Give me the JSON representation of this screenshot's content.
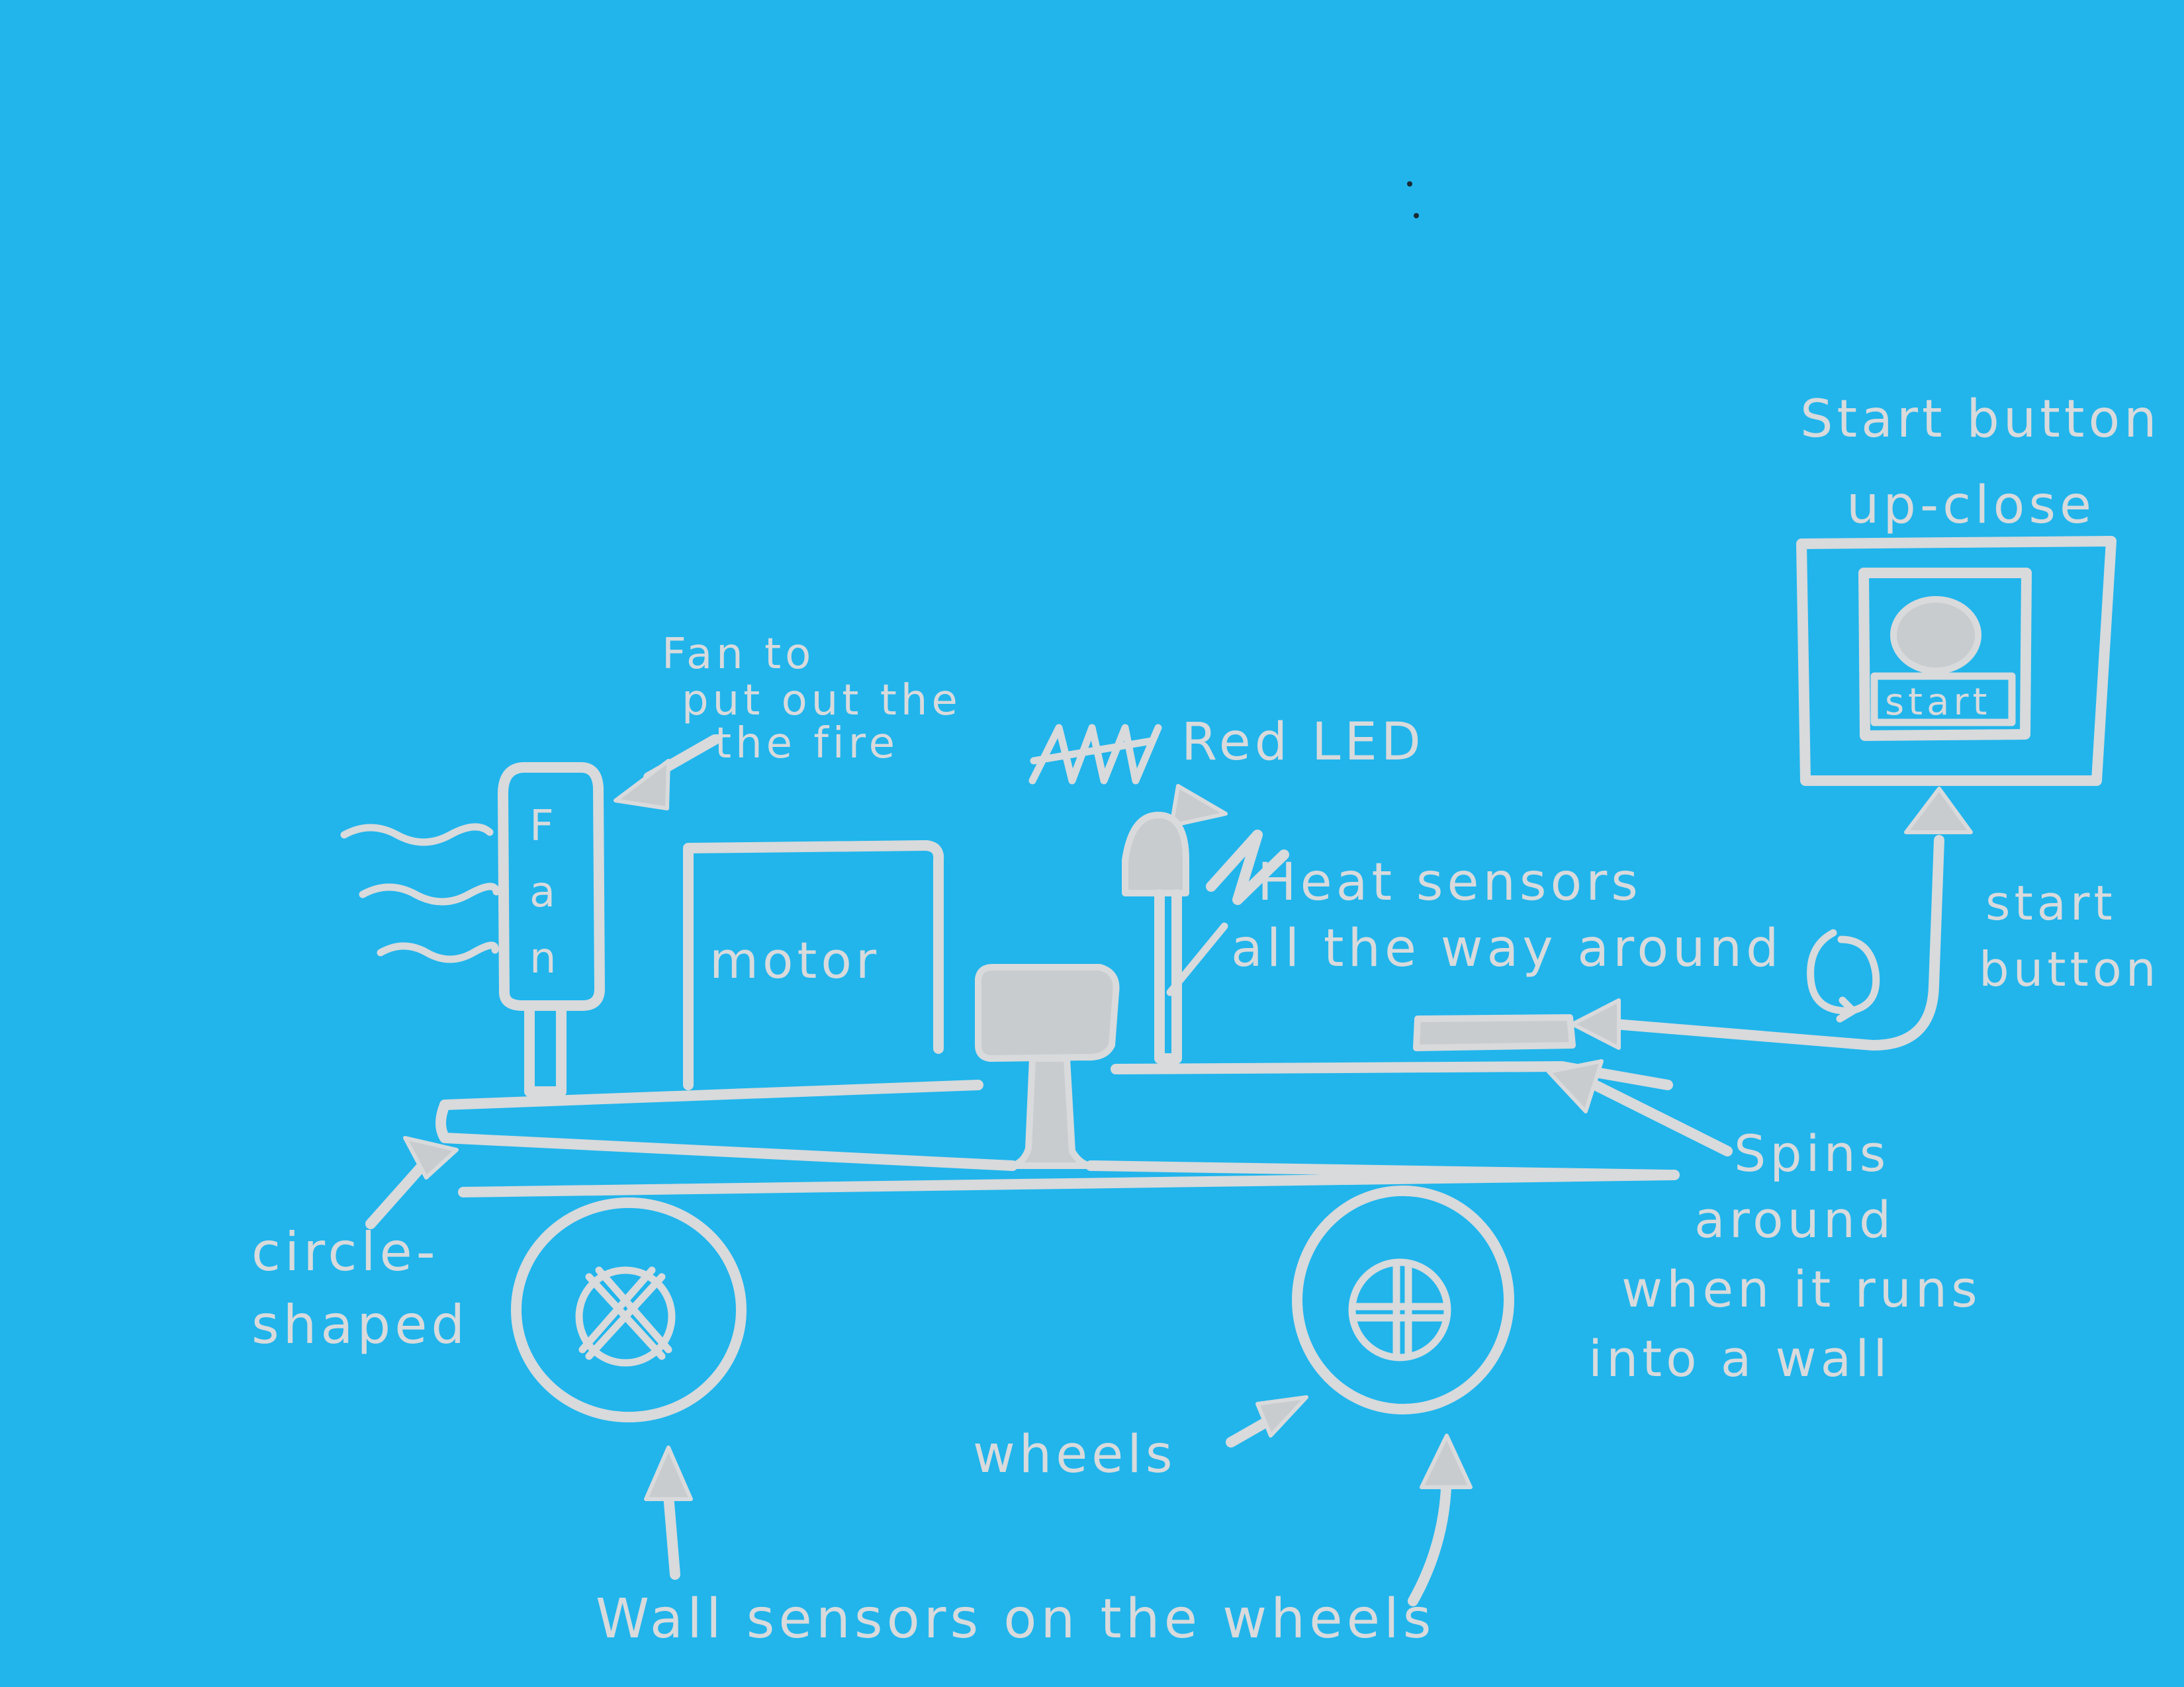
{
  "colors": {
    "background": "#21b5ec",
    "ink": "#d8dadc",
    "ink_fill": "#c9cccf"
  },
  "labels": {
    "start_button_upclose_line1": "Start button",
    "start_button_upclose_line2": "up-close",
    "start_text": "start",
    "fan_letters": [
      "F",
      "a",
      "n"
    ],
    "motor": "motor",
    "fan_note_line1": "Fan to",
    "fan_note_line2": "put out the",
    "fan_note_line3": "the fire",
    "red_led": "Red LED",
    "heat_sensors_line1": "Heat sensors",
    "heat_sensors_line2": "all the way around",
    "start_button_line1": "start",
    "start_button_line2": "button",
    "spins_line1": "Spins",
    "spins_line2": "around",
    "spins_line3": "when it runs",
    "spins_line4": "into a wall",
    "circle_shaped_line1": "circle-",
    "circle_shaped_line2": "shaped",
    "wheels": "wheels",
    "wall_sensors": "Wall sensors on the wheels"
  },
  "icons": {
    "rotation": "rotate-arrow-icon",
    "wind": "wind-lines-icon",
    "scribble": "scribble-icon"
  }
}
